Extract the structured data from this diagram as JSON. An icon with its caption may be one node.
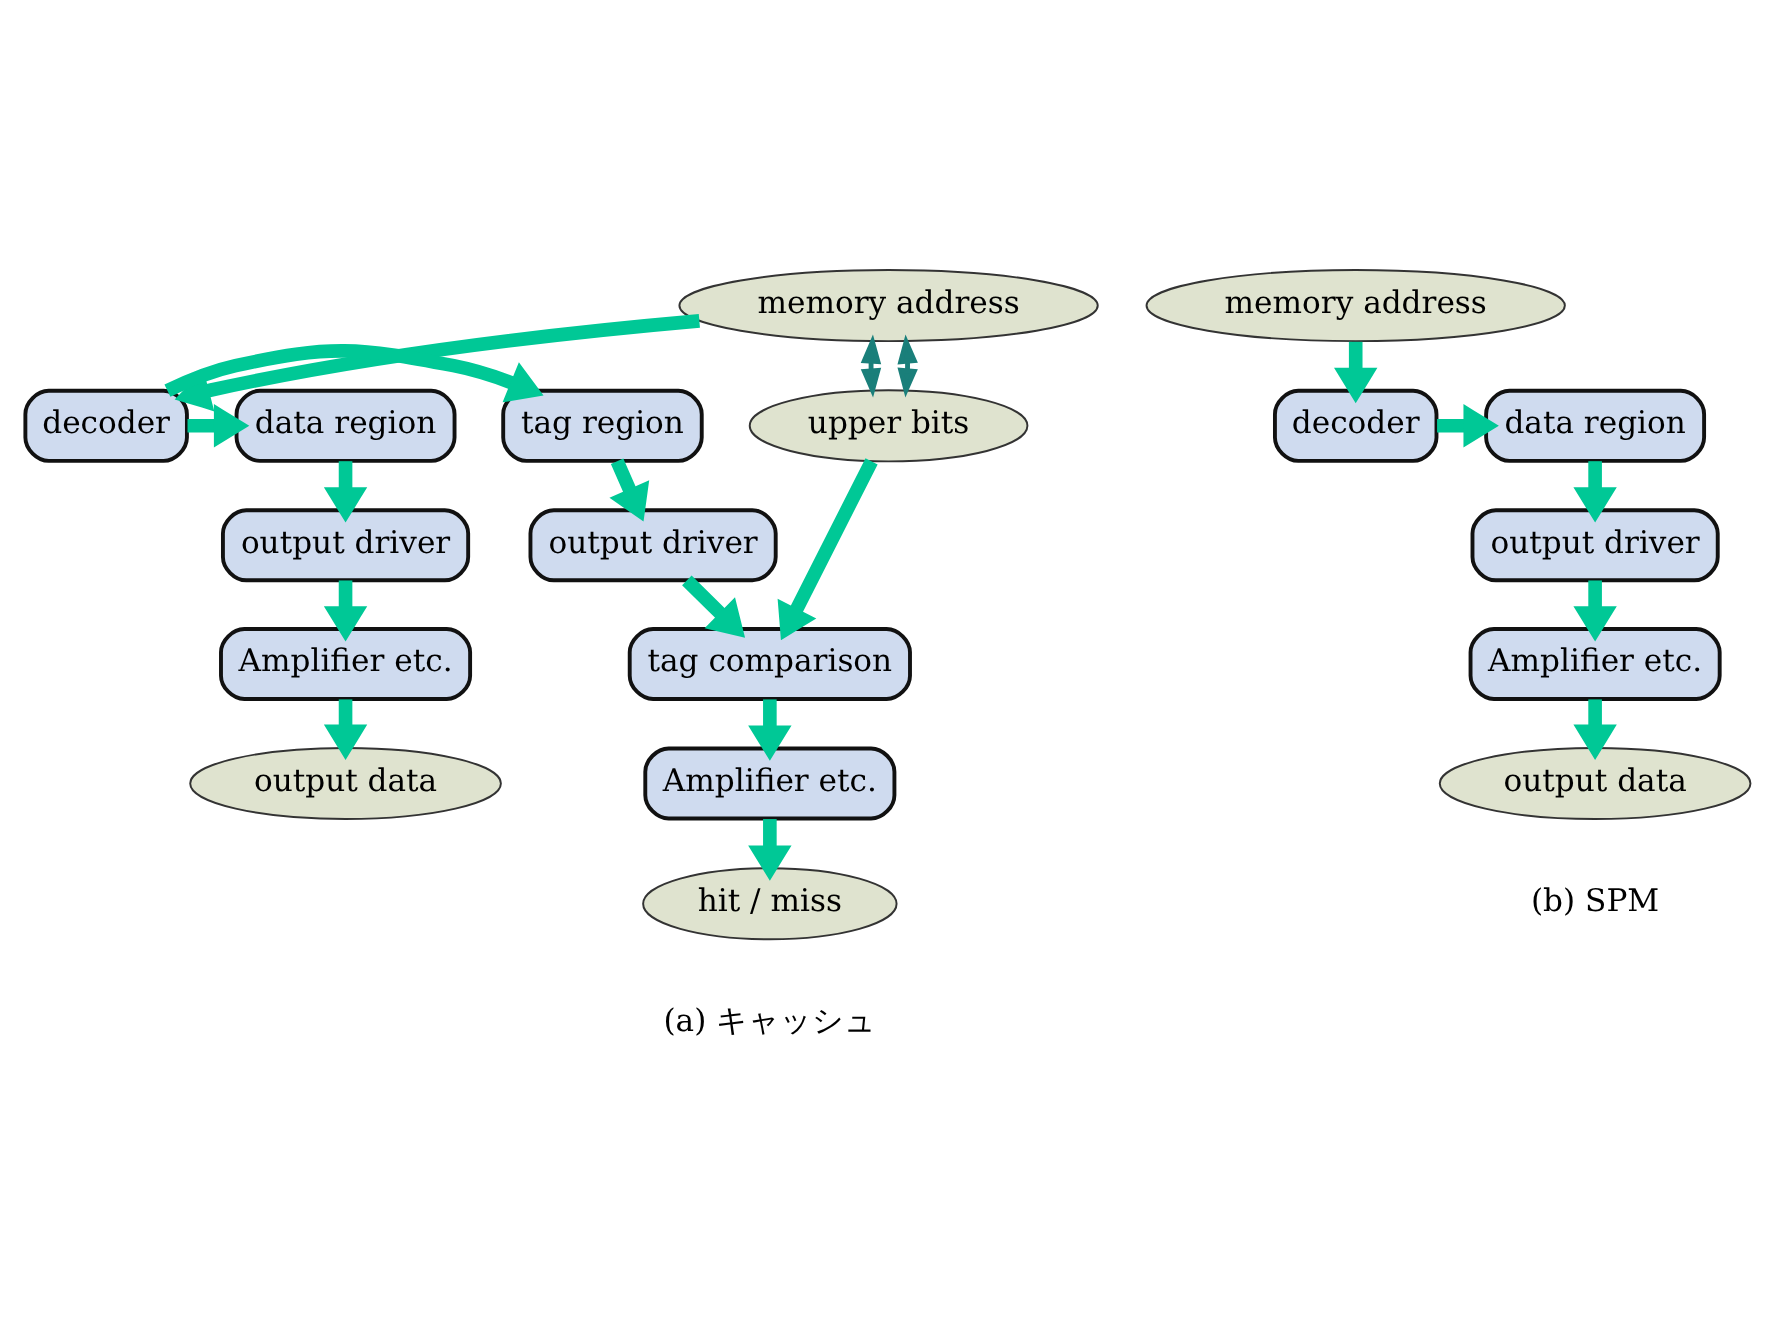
{
  "diagram": {
    "nodes": [
      {
        "text": [
          "memory address"
        ]
      },
      {
        "text": [
          "upper bits"
        ]
      },
      {
        "text": [
          "decoder"
        ]
      },
      {
        "text": [
          "tag region"
        ]
      },
      {
        "text": [
          "data region"
        ]
      },
      {
        "text": [
          "output driver"
        ]
      },
      {
        "text": [
          "output driver"
        ]
      },
      {
        "text": [
          "tag comparison"
        ]
      },
      {
        "text": [
          "Amplifier etc."
        ]
      },
      {
        "text": [
          "Amplifier etc."
        ]
      },
      {
        "text": [
          "hit / miss"
        ]
      },
      {
        "text": [
          "output data"
        ]
      },
      {
        "text": [
          "memory address"
        ]
      },
      {
        "text": [
          "decoder"
        ]
      },
      {
        "text": [
          "data region"
        ]
      },
      {
        "text": [
          "output driver"
        ]
      },
      {
        "text": [
          "Amplifier etc."
        ]
      },
      {
        "text": [
          "output data"
        ]
      }
    ],
    "edges": [
      {
        "from": 0,
        "to": 2,
        "arrow": "to"
      },
      {
        "from": 2,
        "to": 3,
        "arrow": "to"
      },
      {
        "from": 2,
        "to": 4,
        "arrow": "to"
      },
      {
        "from": 1,
        "to": 0,
        "arrow": "both",
        "style": "dashed",
        "color": "#1a7f7a"
      },
      {
        "from": 1,
        "to": 0,
        "arrow": "both",
        "style": "dashed",
        "color": "#1a7f7a"
      },
      {
        "from": 3,
        "to": 5,
        "arrow": "to"
      },
      {
        "from": 5,
        "to": 7,
        "arrow": "to"
      },
      {
        "from": 1,
        "to": 7,
        "arrow": "to"
      },
      {
        "from": 7,
        "to": 8,
        "arrow": "to"
      },
      {
        "from": 8,
        "to": 10,
        "arrow": "to"
      },
      {
        "from": 4,
        "to": 6,
        "arrow": "to"
      },
      {
        "from": 6,
        "to": 9,
        "arrow": "to"
      },
      {
        "from": 9,
        "to": 11,
        "arrow": "to"
      },
      {
        "from": 12,
        "to": 13,
        "arrow": "to"
      },
      {
        "from": 13,
        "to": 14,
        "arrow": "to"
      },
      {
        "from": 14,
        "to": 15,
        "arrow": "to"
      },
      {
        "from": 15,
        "to": 16,
        "arrow": "to"
      },
      {
        "from": 16,
        "to": 17,
        "arrow": "to"
      }
    ],
    "labels": [
      "(a) キャッシュ",
      "(b) SPM"
    ]
  }
}
